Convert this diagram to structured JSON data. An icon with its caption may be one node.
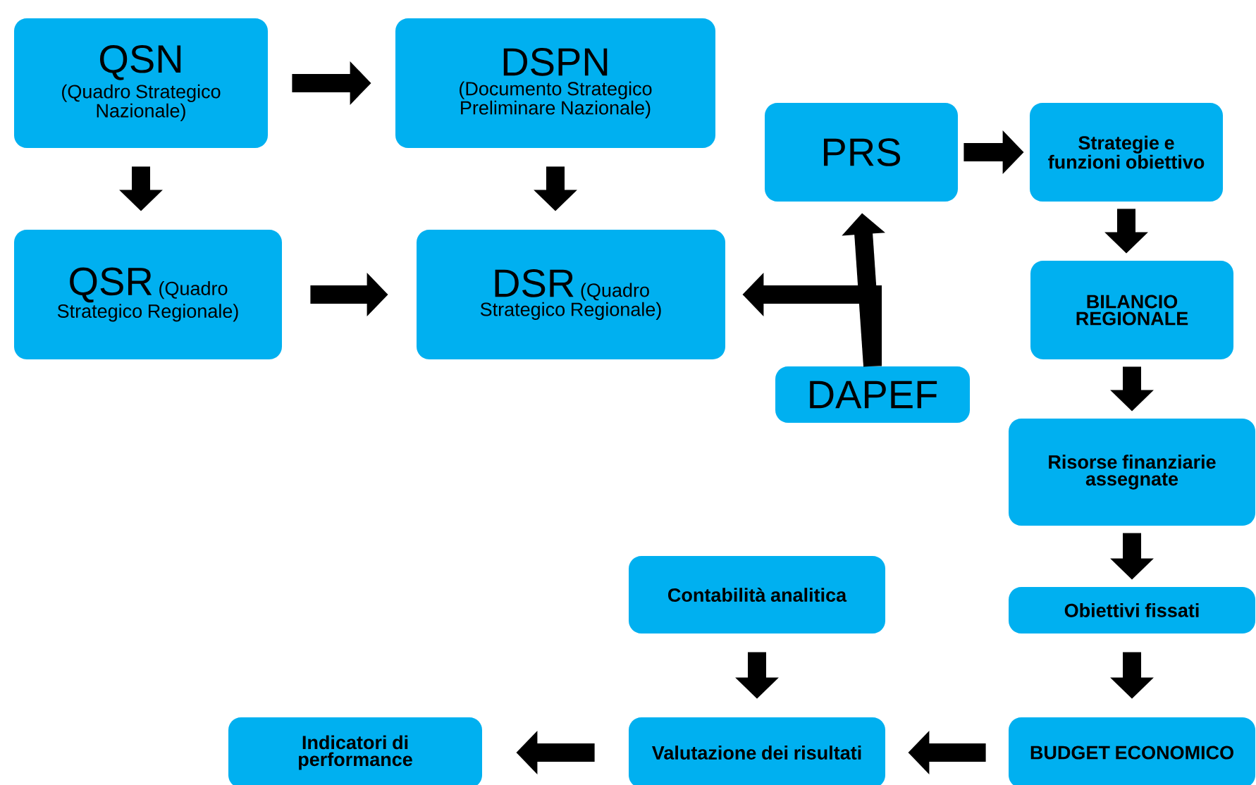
{
  "diagram": {
    "nodes": [
      {
        "text": [
          "QSN",
          "(Quadro Strategico Nazionale)"
        ]
      },
      {
        "text": [
          "DSPN",
          "(Documento Strategico Preliminare Nazionale)"
        ]
      },
      {
        "text": [
          "QSR",
          "(Quadro Strategico Regionale)"
        ]
      },
      {
        "text": [
          "DSR",
          "(Quadro Strategico Regionale)"
        ]
      },
      {
        "text": [
          "PRS"
        ]
      },
      {
        "text": [
          "Strategie e funzioni obiettivo"
        ]
      },
      {
        "text": [
          "DAPEF"
        ]
      },
      {
        "text": [
          "BILANCIO REGIONALE"
        ]
      },
      {
        "text": [
          "Risorse finanziarie assegnate"
        ]
      },
      {
        "text": [
          "Obiettivi fissati"
        ]
      },
      {
        "text": [
          "Contabilità analitica"
        ]
      },
      {
        "text": [
          "BUDGET ECONOMICO"
        ]
      },
      {
        "text": [
          "Valutazione dei risultati"
        ]
      },
      {
        "text": [
          "Indicatori di performance"
        ]
      }
    ],
    "edges": [
      {
        "from": 0,
        "to": 1,
        "arrow": "to"
      },
      {
        "from": 0,
        "to": 2,
        "arrow": "to"
      },
      {
        "from": 1,
        "to": 3,
        "arrow": "to"
      },
      {
        "from": 2,
        "to": 3,
        "arrow": "to"
      },
      {
        "from": 6,
        "to": 4,
        "arrow": "to"
      },
      {
        "from": 6,
        "to": 3,
        "arrow": "to"
      },
      {
        "from": 4,
        "to": 5,
        "arrow": "to"
      },
      {
        "from": 5,
        "to": 7,
        "arrow": "to"
      },
      {
        "from": 7,
        "to": 8,
        "arrow": "to"
      },
      {
        "from": 8,
        "to": 9,
        "arrow": "to"
      },
      {
        "from": 9,
        "to": 11,
        "arrow": "to"
      },
      {
        "from": 10,
        "to": 12,
        "arrow": "to"
      },
      {
        "from": 11,
        "to": 12,
        "arrow": "to"
      },
      {
        "from": 12,
        "to": 13,
        "arrow": "to"
      }
    ]
  }
}
